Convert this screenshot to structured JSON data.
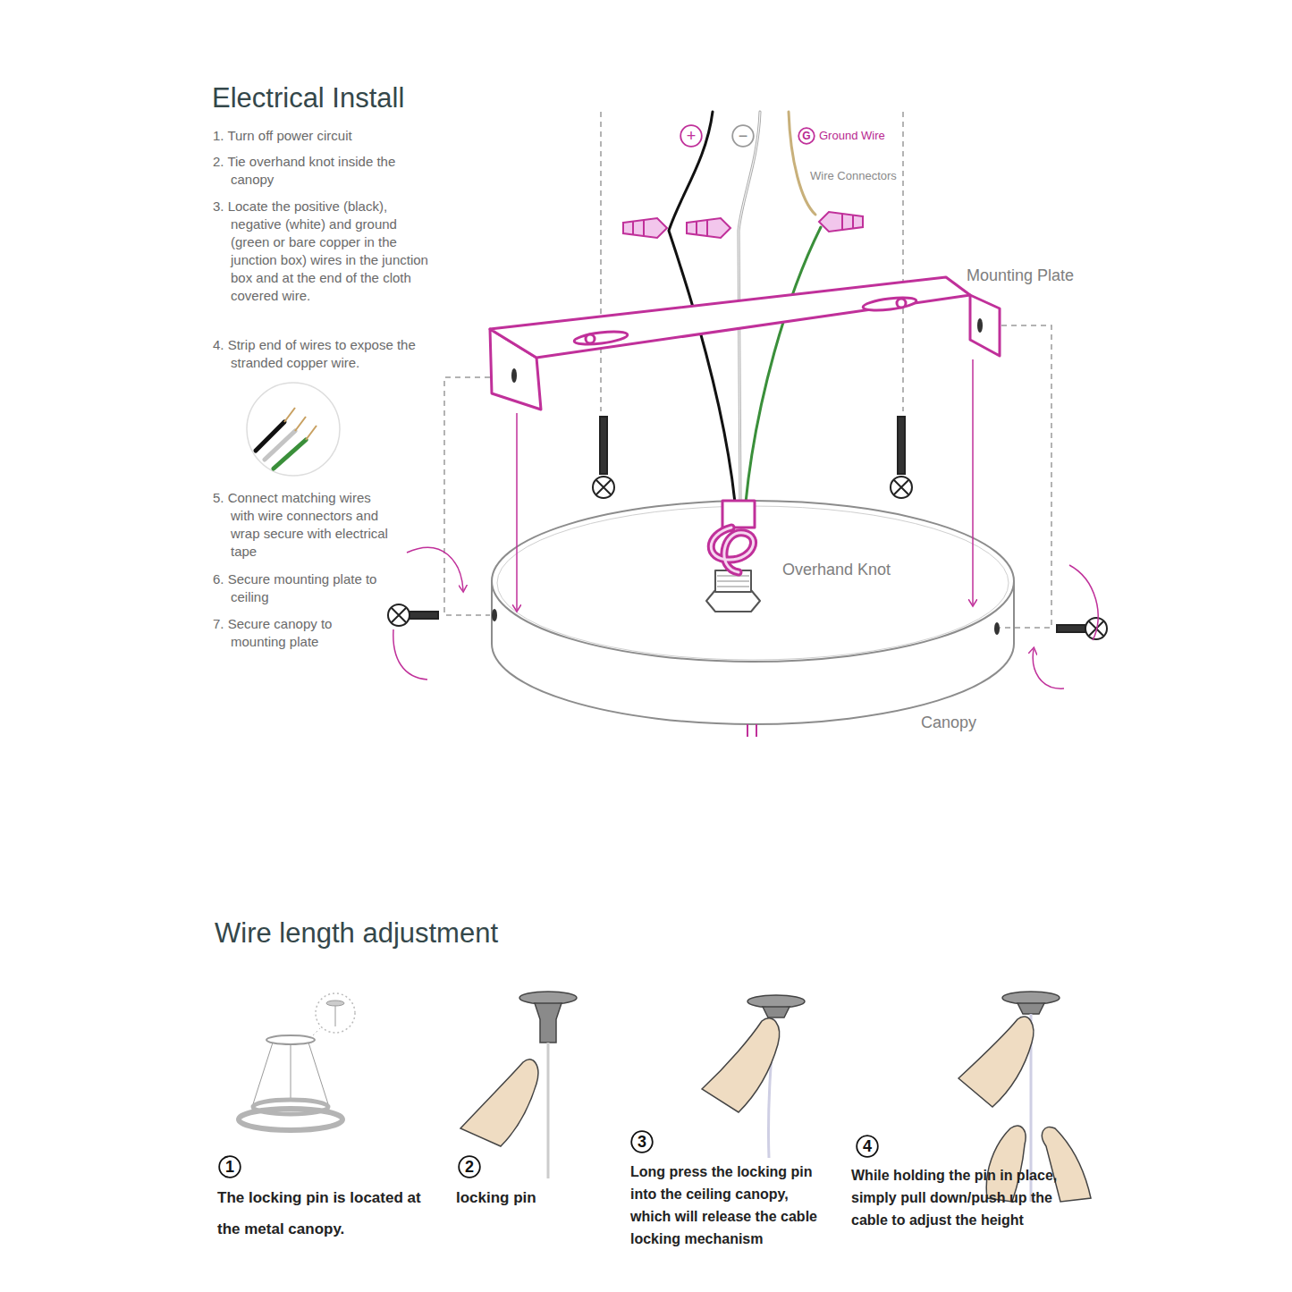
{
  "diagram": {
    "title": "Electrical Install",
    "nodes": [
      {
        "text": [
          "+"
        ]
      },
      {
        "text": [
          "−"
        ]
      },
      {
        "text": [
          "G"
        ]
      },
      {
        "text": [
          "1"
        ]
      },
      {
        "text": [
          "2"
        ]
      },
      {
        "text": [
          "3"
        ]
      },
      {
        "text": [
          "4"
        ]
      }
    ],
    "labels": [
      "1. Turn off power circuit",
      "2. Tie overhand knot inside the canopy",
      "3. Locate the positive (black), negative (white) and ground (green or bare copper in the junction box) wires in the junction box and at the end of the cloth covered wire.",
      "4. Strip end of wires to expose the stranded copper wire.",
      "5. Connect matching wires with wire connectors and wrap secure with electrical tape",
      "6. Secure mounting plate to ceiling",
      "7. Secure canopy to mounting plate",
      "Ground Wire",
      "Wire Connectors",
      "Mounting Plate",
      "Overhand Knot",
      "Canopy",
      "Wire length adjustment",
      "The locking pin is located at the metal canopy.",
      "locking pin",
      "Long press the locking pin into the ceiling canopy, which will release the cable locking mechanism",
      "While holding the pin in place, simply pull down/push up the cable to adjust the height"
    ]
  }
}
